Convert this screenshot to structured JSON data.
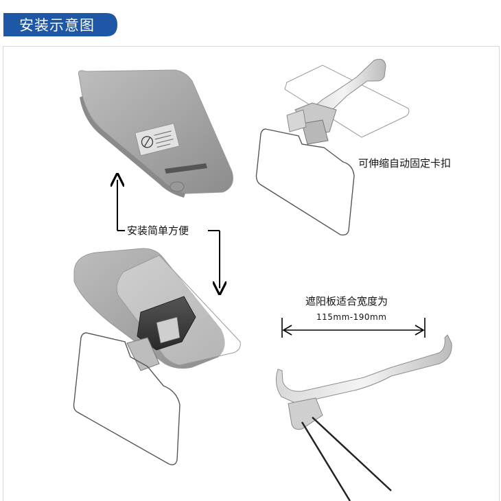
{
  "header": {
    "title": "安装示意图",
    "accent": "#1e57a6"
  },
  "labels": {
    "retractable_clip": "可伸缩自动固定卡扣",
    "easy_install": "安装简单方便",
    "fits_visor_width": "遮阳板适合宽度为",
    "width_range": "115mm-190mm"
  }
}
